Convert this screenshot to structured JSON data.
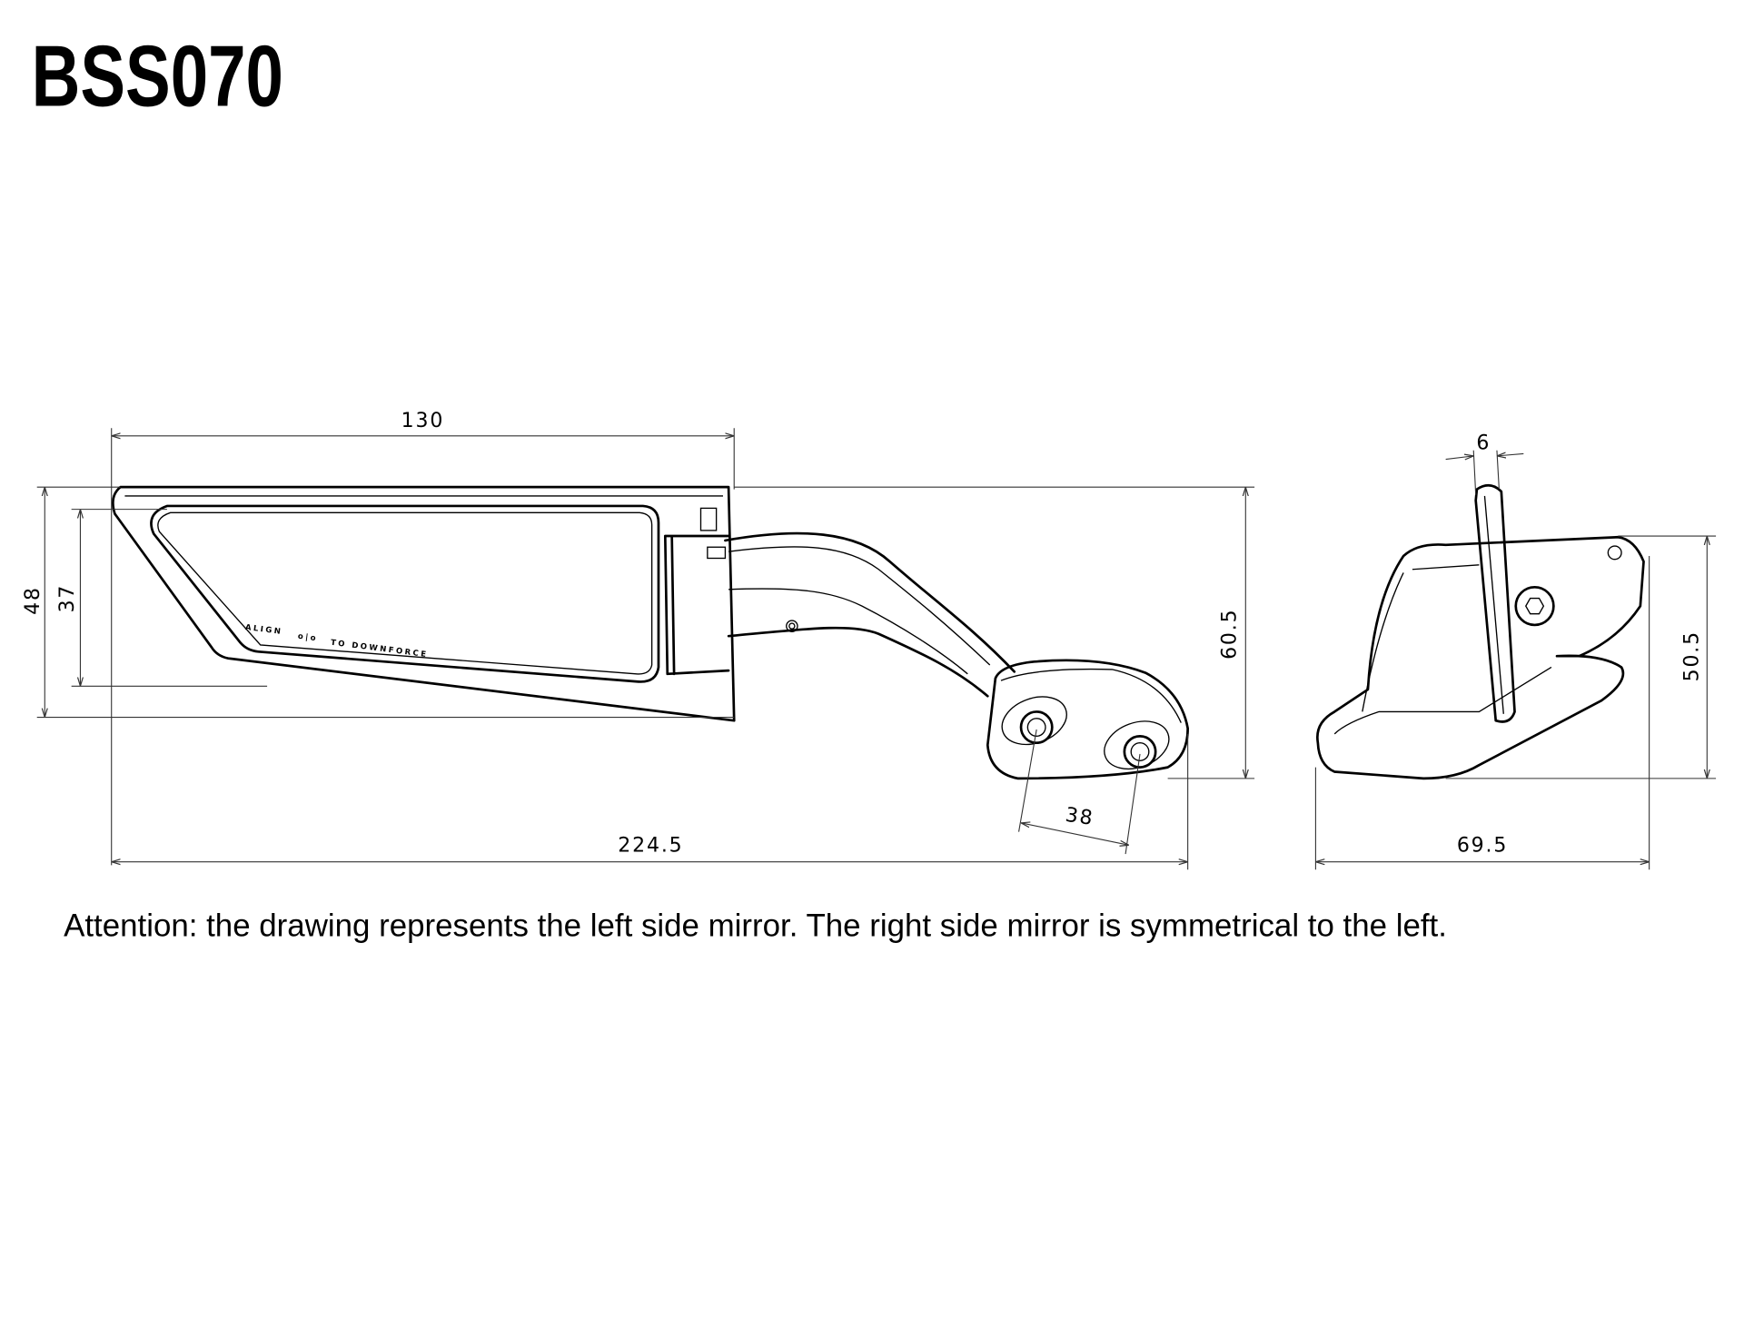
{
  "title": "BSS070",
  "dimensions": {
    "length_mirror": "130",
    "height_outer": "48",
    "height_glass": "37",
    "height_total": "60.5",
    "length_total": "224.5",
    "bolt_spacing": "38",
    "glass_thickness": "6",
    "side_height": "50.5",
    "side_width": "69.5"
  },
  "mirror_marking": {
    "align": "ALIGN",
    "symbol": "o|o",
    "downforce": "TO DOWNFORCE"
  },
  "caption": "Attention: the drawing represents the left side mirror. The right side mirror is symmetrical to the left."
}
